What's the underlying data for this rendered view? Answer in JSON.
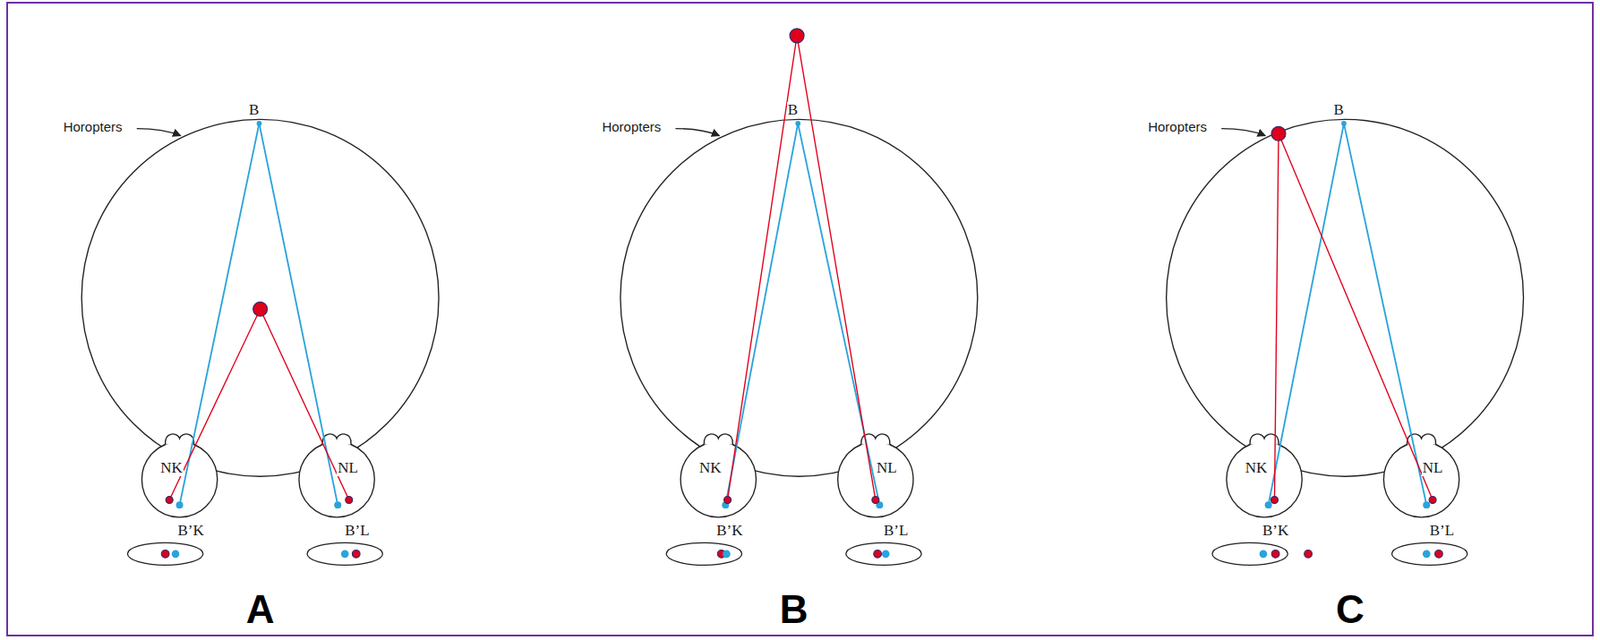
{
  "diagram": {
    "labels": [
      "Horopters",
      "B",
      "NK",
      "NL",
      "B’K",
      "B’L",
      "A",
      "Horopters",
      "B",
      "NK",
      "NL",
      "B’K",
      "B’L",
      "B",
      "Horopters",
      "B",
      "NK",
      "NL",
      "B’K",
      "B’L",
      "C"
    ]
  }
}
